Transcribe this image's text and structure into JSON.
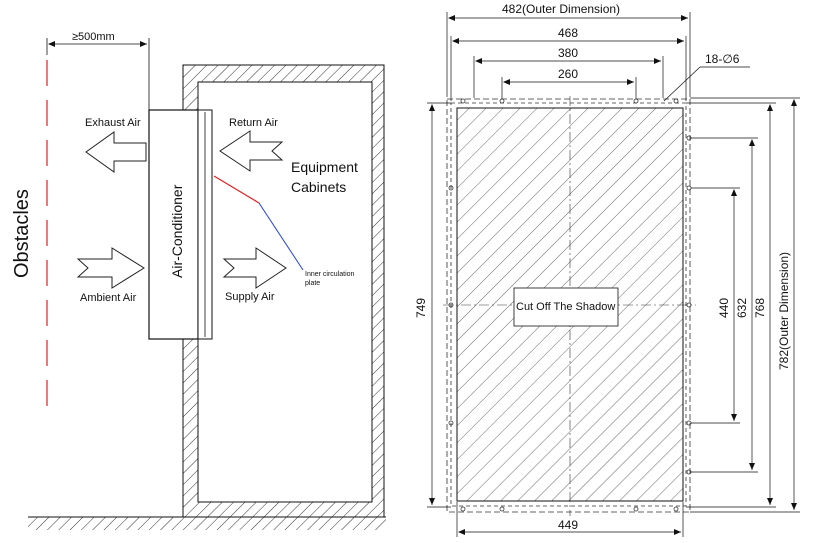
{
  "left_diagram": {
    "obstacles_label": "Obstacles",
    "clearance_label": "≥500mm",
    "exhaust_label": "Exhaust Air",
    "ambient_label": "Ambient Air",
    "return_label": "Return Air",
    "supply_label": "Supply Air",
    "unit_label": "Air-Conditioner",
    "cabinet_label_1": "Equipment",
    "cabinet_label_2": "Cabinets",
    "plate_label_1": "Inner circulation",
    "plate_label_2": "plate",
    "colors": {
      "obstacle_line": "#e05050",
      "plate_red": "#e02020",
      "plate_blue": "#2040e0"
    }
  },
  "right_diagram": {
    "outer_width_label": "482(Outer Dimension)",
    "dim_468": "468",
    "dim_380": "380",
    "dim_260": "260",
    "holes_label": "18-∅6",
    "dim_749": "749",
    "dim_440": "440",
    "dim_632": "632",
    "dim_768": "768",
    "outer_height_label": "782(Outer Dimension)",
    "dim_449": "449",
    "cutout_label": "Cut Off The Shadow"
  }
}
